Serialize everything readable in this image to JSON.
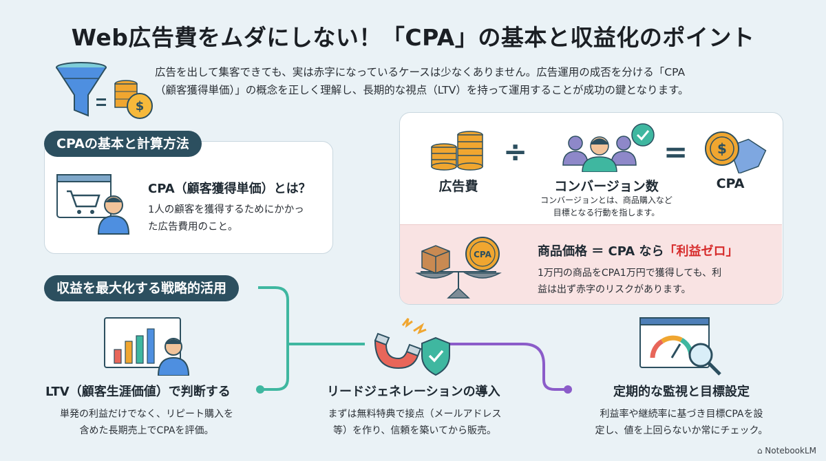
{
  "title": "Web広告費をムダにしない！「CPA」の基本と収益化のポイント",
  "intro": {
    "line1": "広告を出して集客できても、実は赤字になっているケースは少なくありません。広告運用の成否を分ける「CPA",
    "line2": "（顧客獲得単価）」の概念を正しく理解し、長期的な視点（LTV）を持って運用することが成功の鍵となります。"
  },
  "basics": {
    "tag": "CPAの基本と計算方法",
    "card_title": "CPA（顧客獲得単価）とは？",
    "card_line1": "1人の顧客を獲得するためにかかっ",
    "card_line2": "た広告費用のこと。"
  },
  "formula": {
    "left": "広告費",
    "divide": "÷",
    "middle": "コンバージョン数",
    "equals": "=",
    "right": "CPA",
    "note_line1": "コンバージョンとは、商品購入など",
    "note_line2": "目標となる行動を指します。"
  },
  "warning": {
    "title_main": "商品価格 ＝ CPA なら",
    "title_red": "「利益ゼロ」",
    "line1": "1万円の商品をCPA1万円で獲得しても、利",
    "line2": "益は出ず赤字のリスクがあります。",
    "scale_left_label": "",
    "coin_label": "CPA"
  },
  "strategy": {
    "tag": "収益を最大化する戦略的活用",
    "steps": [
      {
        "title": "LTV（顧客生涯価値）で判断する",
        "line1": "単発の利益だけでなく、リピート購入を",
        "line2": "含めた長期売上でCPAを評価。"
      },
      {
        "title": "リードジェネレーションの導入",
        "line1": "まずは無料特典で接点（メールアドレス",
        "line2": "等）を作り、信頼を築いてから販売。"
      },
      {
        "title": "定期的な監視と目標設定",
        "line1": "利益率や継続率に基づき目標CPAを設",
        "line2": "定し、値を上回らないか常にチェック。"
      }
    ]
  },
  "watermark": "NotebookLM",
  "colors": {
    "tag_bg": "#2c4f5f",
    "teal_line": "#3fb7a0",
    "purple_line": "#8b5cc9",
    "warn_bg": "#f9e3e3",
    "warn_red": "#d62b2b",
    "coin": "#f0a630"
  }
}
